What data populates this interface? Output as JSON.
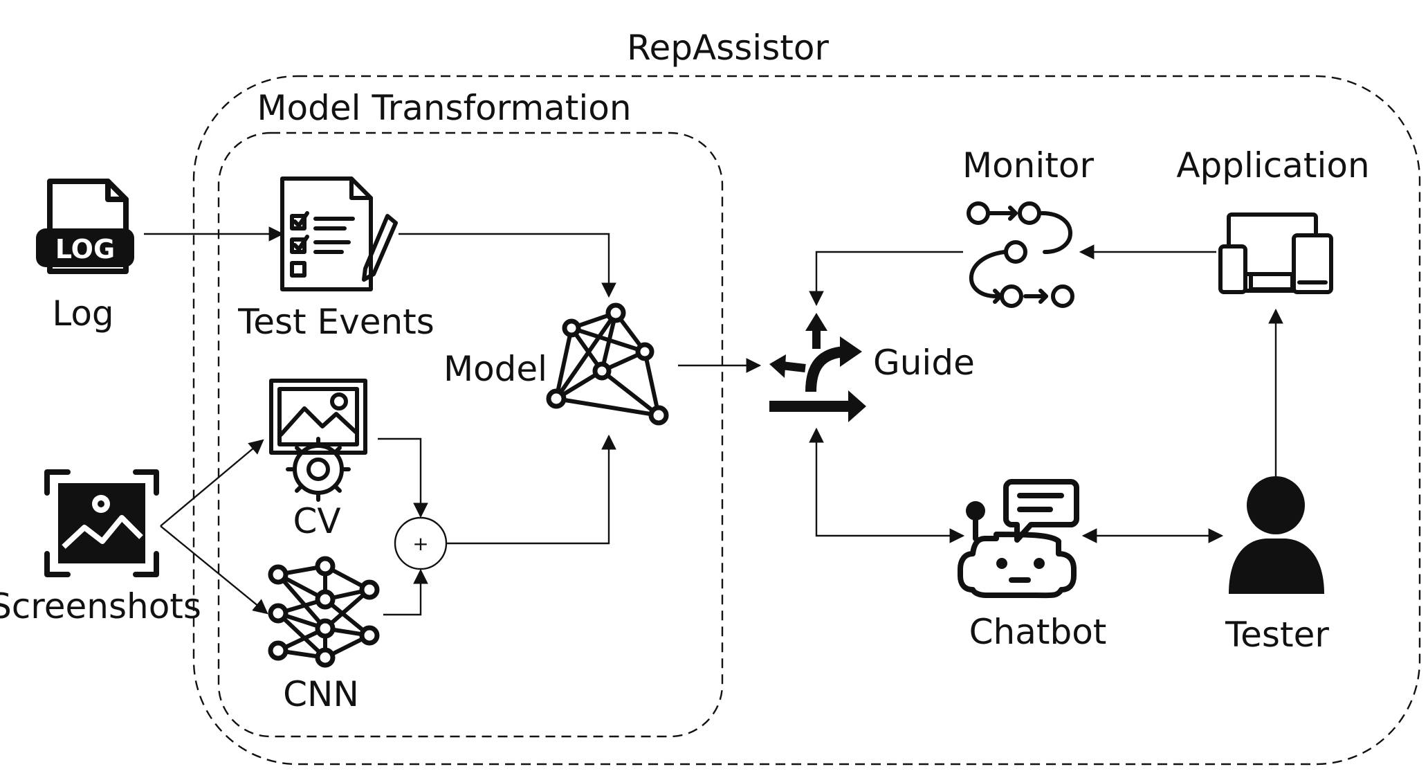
{
  "outer_frame": {
    "title": "RepAssistor"
  },
  "inner_frame": {
    "title": "Model Transformation"
  },
  "nodes": {
    "log": {
      "label": "Log",
      "icon": "log-file-icon",
      "badge": "LOG"
    },
    "screenshots": {
      "label": "Screenshots",
      "icon": "screenshot-icon"
    },
    "test_events": {
      "label": "Test Events",
      "icon": "checklist-icon"
    },
    "cv": {
      "label": "CV",
      "icon": "image-processing-icon"
    },
    "cnn": {
      "label": "CNN",
      "icon": "neural-network-icon"
    },
    "combine": {
      "symbol": "+",
      "icon": "plus-circle-icon"
    },
    "model": {
      "label": "Model",
      "icon": "graph-model-icon"
    },
    "guide": {
      "label": "Guide",
      "icon": "directions-icon"
    },
    "monitor": {
      "label": "Monitor",
      "icon": "workflow-icon"
    },
    "application": {
      "label": "Application",
      "icon": "devices-icon"
    },
    "chatbot": {
      "label": "Chatbot",
      "icon": "robot-icon"
    },
    "tester": {
      "label": "Tester",
      "icon": "user-icon"
    }
  },
  "colors": {
    "stroke": "#111111",
    "background": "#ffffff"
  }
}
